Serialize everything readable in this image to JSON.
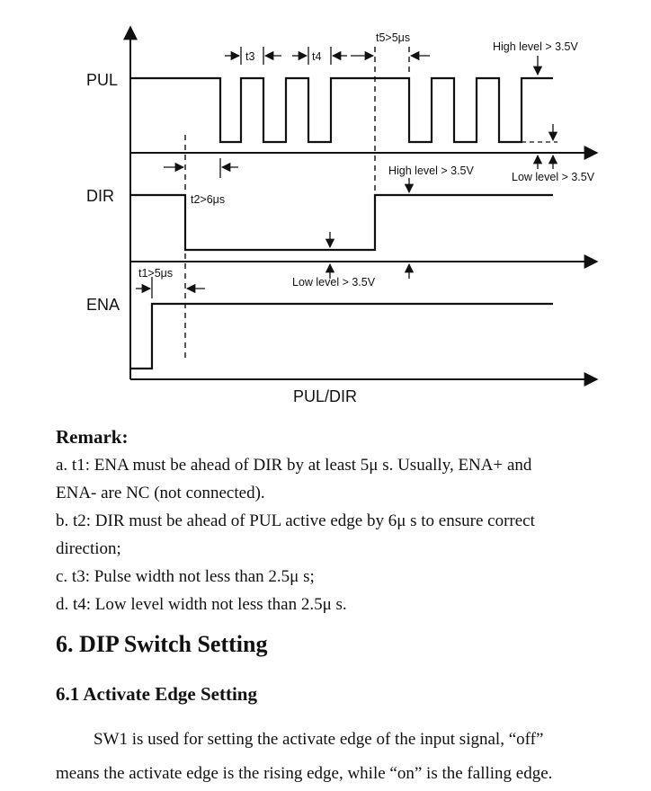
{
  "diagram": {
    "signals": [
      "PUL",
      "DIR",
      "ENA"
    ],
    "x_axis_label": "PUL/DIR",
    "labels": {
      "t1": "t1>5μs",
      "t2": "t2>6μs",
      "t3": "t3",
      "t4": "t4",
      "t5": "t5>5μs",
      "high_pul": "High level > 3.5V",
      "low_pul": "Low level > 3.5V",
      "high_dir": "High level > 3.5V",
      "low_dir": "Low level > 3.5V"
    }
  },
  "remark": {
    "title": "Remark:",
    "lines": [
      "a. t1: ENA must be ahead of DIR by at least 5μ  s. Usually, ENA+ and",
      "ENA- are NC (not connected).",
      "b. t2: DIR must be ahead of PUL active edge by 6μ  s to ensure correct",
      "direction;",
      "c. t3: Pulse width not less than 2.5μ  s;",
      "d. t4: Low level width not less than 2.5μ  s."
    ]
  },
  "section": {
    "title": "6. DIP Switch Setting",
    "subtitle": "6.1 Activate Edge Setting",
    "paragraph": [
      "SW1 is used for setting the activate edge of the input signal, “off”",
      "means the activate edge is the rising edge, while “on” is the falling edge."
    ]
  }
}
